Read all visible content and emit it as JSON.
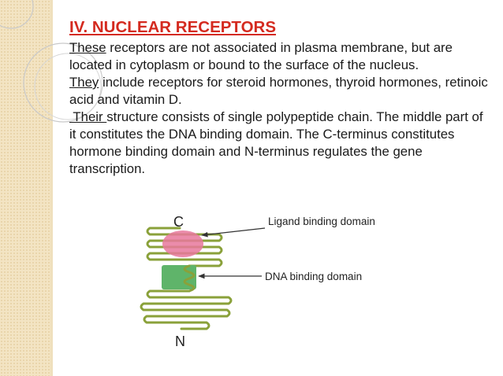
{
  "slide": {
    "title": "IV.  NUCLEAR RECEPTORS",
    "paragraphs": [
      {
        "lead": "These",
        "rest": " receptors are not associated in plasma membrane, but are located in cytoplasm or bound to the surface of the nucleus."
      },
      {
        "lead": "They",
        "rest": " include receptors for steroid hormones, thyroid hormones, retinoic acid and vitamin D."
      },
      {
        "lead": " Their ",
        "rest": "structure consists of single polypeptide chain. The middle part of it constitutes the DNA binding domain. The C-terminus constitutes hormone binding domain and N-terminus regulates the gene transcription."
      }
    ]
  },
  "figure": {
    "c_label": "C",
    "n_label": "N",
    "ligand_label": "Ligand binding domain",
    "dna_label": "DNA binding domain",
    "colors": {
      "chain": "#8aa13a",
      "ligand_domain": "#e8789c",
      "dna_domain": "#5fb46a",
      "arrow": "#333333",
      "title": "#d42a1f"
    }
  }
}
